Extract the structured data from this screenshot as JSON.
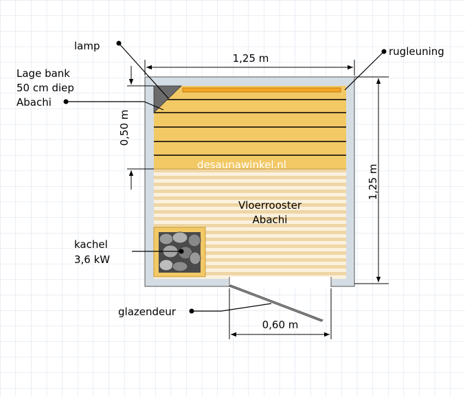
{
  "labels": {
    "lamp": "lamp",
    "rugleuning": "rugleuning",
    "bank_line1": "Lage bank",
    "bank_line2": "50 cm diep",
    "bank_line3": "Abachi",
    "floor_line1": "Vloerrooster",
    "floor_line2": "Abachi",
    "kachel_line1": "kachel",
    "kachel_line2": "3,6 kW",
    "glazendeur": "glazendeur"
  },
  "dimensions": {
    "width": "1,25 m",
    "depth": "1,25 m",
    "bench_depth": "0,50 m",
    "door_width": "0,60 m"
  },
  "watermark": "desaunawinkel.nl",
  "colors": {
    "background": "#ffffff",
    "grid": "#d4dce8",
    "wall": "#d5dde4",
    "wall_edge": "#555555",
    "bench": "#f3c966",
    "bench_edge": "#c89a3a",
    "floor_stripe_a": "#efd6a6",
    "floor_stripe_b": "#fbf1de",
    "backrest": "#f5a623",
    "lamp": "#6b6b6b",
    "stones": "#7d7d7d"
  }
}
